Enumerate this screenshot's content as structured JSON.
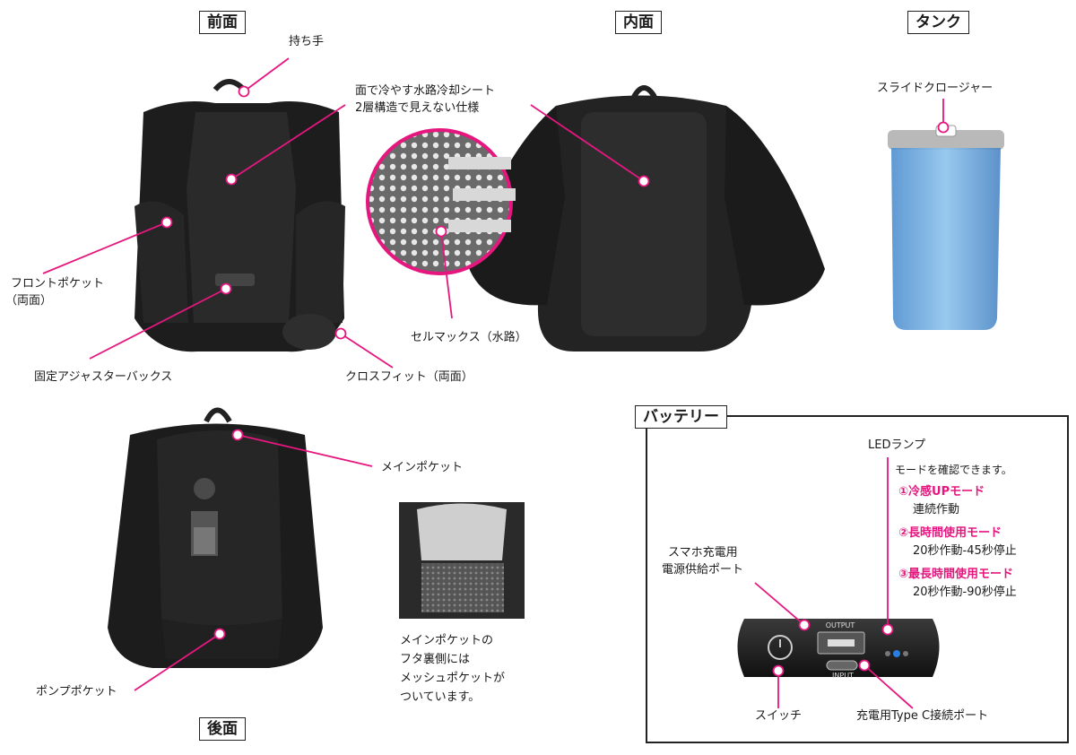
{
  "sections": {
    "front": "前面",
    "inner": "内面",
    "tank": "タンク",
    "back": "後面",
    "battery": "バッテリー"
  },
  "front_labels": {
    "handle": "持ち手",
    "cooling_sheet_line1": "面で冷やす水路冷却シート",
    "cooling_sheet_line2": "2層構造で見えない仕様",
    "front_pocket_line1": "フロントポケット",
    "front_pocket_line2": "（両面）",
    "adjuster_buckle": "固定アジャスターバックス",
    "cross_fit": "クロスフィット（両面）",
    "cellmax": "セルマックス（水路）"
  },
  "tank_labels": {
    "slide_closure": "スライドクロージャー"
  },
  "back_labels": {
    "main_pocket": "メインポケット",
    "pump_pocket": "ポンプポケット",
    "inner_note_1": "メインポケットの",
    "inner_note_2": "フタ裏側には",
    "inner_note_3": "メッシュポケットが",
    "inner_note_4": "ついています。"
  },
  "battery": {
    "led_lamp": "LEDランプ",
    "mode_check": "モードを確認できます。",
    "mode1_title": "①冷感UPモード",
    "mode1_desc": "連続作動",
    "mode2_title": "②長時間使用モード",
    "mode2_desc": "20秒作動-45秒停止",
    "mode3_title": "③最長時間使用モード",
    "mode3_desc": "20秒作動-90秒停止",
    "phone_port_line1": "スマホ充電用",
    "phone_port_line2": "電源供給ポート",
    "switch": "スイッチ",
    "typec_port": "充電用Type C接続ポート",
    "output_label": "OUTPUT",
    "input_label": "INPUT"
  },
  "colors": {
    "accent_pink": "#e5177f",
    "bag_black": "#1c1c1c",
    "tank_blue": "#6aa8d8",
    "led_blue": "#2a7de1"
  }
}
